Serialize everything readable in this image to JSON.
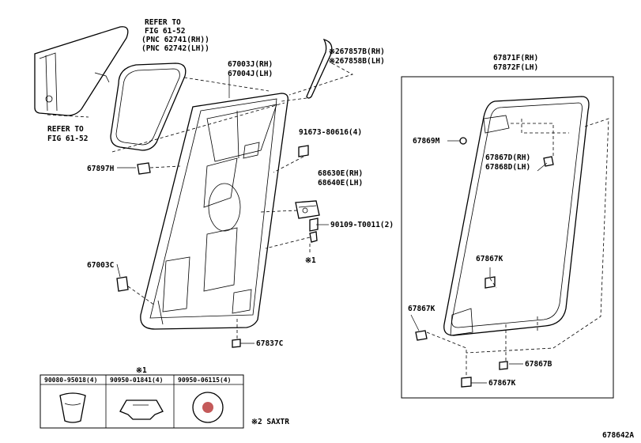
{
  "labels": {
    "refer_top_1": "REFER TO",
    "refer_top_2": "FIG 61-52",
    "refer_top_3": "(PNC 62741(RH))",
    "refer_top_4": "(PNC 62742(LH))",
    "refer_bottom_1": "REFER TO",
    "refer_bottom_2": "FIG 61-52",
    "door_rh": "67003J(RH)",
    "door_lh": "67004J(LH)",
    "molding_rh": "※267857B(RH)",
    "molding_lh": "※267858B(LH)",
    "screw": "91673-80616(4)",
    "hinge_rh": "68630E(RH)",
    "hinge_lh": "68640E(LH)",
    "bolt": "90109-T0011(2)",
    "note1_mark": "※1",
    "clip_67897h": "67897H",
    "clip_67003c": "67003C",
    "clip_67837c": "67837C",
    "weather_rh": "67871F(RH)",
    "weather_lh": "67872F(LH)",
    "clip_67869m": "67869M",
    "clip_67867d_rh": "67867D(RH)",
    "clip_67868d_lh": "67868D(LH)",
    "clip_67867k_a": "67867K",
    "clip_67867k_b": "67867K",
    "clip_67867b": "67867B",
    "clip_67867k_c": "67867K",
    "footnote": "※2 SAXTR",
    "figure_id": "678642A"
  },
  "parts_table": {
    "note_mark": "※1",
    "columns": [
      {
        "part_no": "90080-95018(4)",
        "icon": "cup-plug-icon"
      },
      {
        "part_no": "90950-01841(4)",
        "icon": "hat-plug-icon"
      },
      {
        "part_no": "90950-06115(4)",
        "icon": "round-seal-icon"
      }
    ]
  }
}
